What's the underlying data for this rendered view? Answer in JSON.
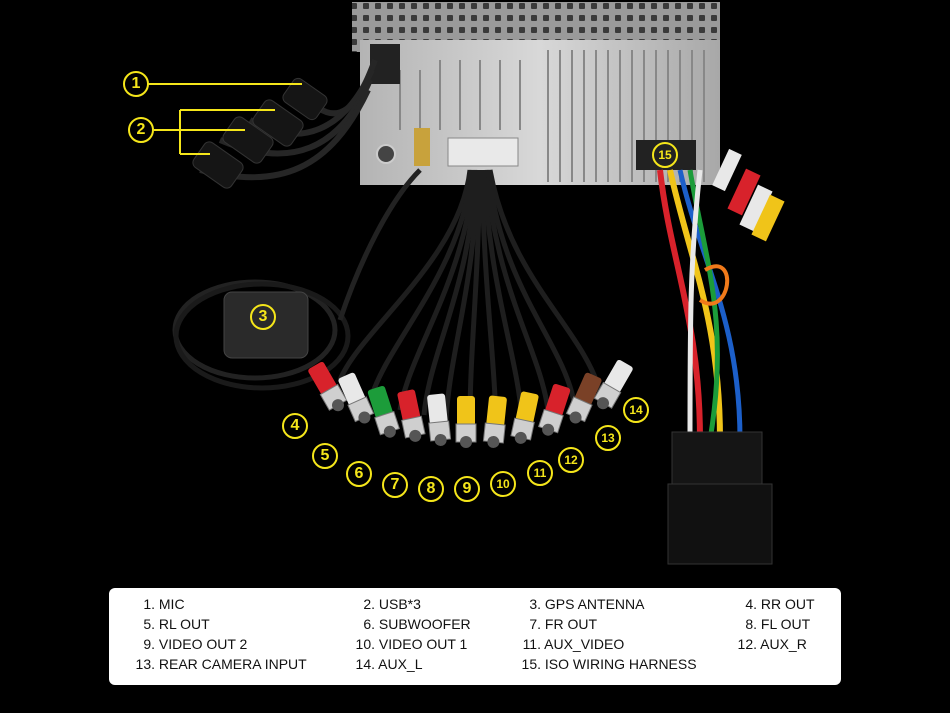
{
  "callouts": [
    "1",
    "2",
    "3",
    "4",
    "5",
    "6",
    "7",
    "8",
    "9",
    "10",
    "11",
    "12",
    "13",
    "14",
    "15"
  ],
  "legend": [
    [
      {
        "num": "1.",
        "label": "MIC"
      },
      {
        "num": "2.",
        "label": "USB*3"
      },
      {
        "num": "3.",
        "label": "GPS ANTENNA"
      },
      {
        "num": "4.",
        "label": "RR OUT"
      }
    ],
    [
      {
        "num": "5.",
        "label": "RL OUT"
      },
      {
        "num": "6.",
        "label": "SUBWOOFER"
      },
      {
        "num": "7.",
        "label": "FR OUT"
      },
      {
        "num": "8.",
        "label": "FL OUT"
      }
    ],
    [
      {
        "num": "9.",
        "label": "VIDEO OUT 2"
      },
      {
        "num": "10.",
        "label": "VIDEO OUT 1"
      },
      {
        "num": "11.",
        "label": "AUX_VIDEO"
      },
      {
        "num": "12.",
        "label": "AUX_R"
      }
    ],
    [
      {
        "num": "13.",
        "label": "REAR CAMERA INPUT"
      },
      {
        "num": "14.",
        "label": "AUX_L"
      },
      {
        "num": "15.",
        "label": "ISO WIRING HARNESS"
      }
    ]
  ],
  "colors": {
    "callout": "#f5e61a",
    "rca_red": "#d8222b",
    "rca_white": "#e8e8e8",
    "rca_green": "#1c9c3a",
    "rca_yellow": "#f0c419",
    "rca_brown": "#7a4127",
    "legend_bg": "#ffffff",
    "background": "#000000"
  }
}
